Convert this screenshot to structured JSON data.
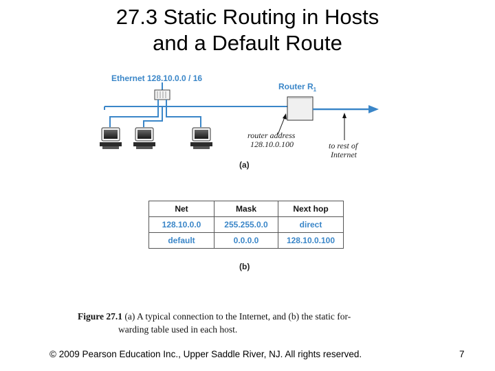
{
  "slide": {
    "title_line1": "27.3  Static Routing in Hosts",
    "title_line2": "and a Default Route"
  },
  "diagram": {
    "ethernet_label": "Ethernet 128.10.0.0 / 16",
    "router_label": "Router R",
    "router_subscript": "1",
    "router_address_line1": "router address",
    "router_address_line2": "128.10.0.100",
    "internet_line1": "to rest of",
    "internet_line2": "Internet",
    "sub_a": "(a)",
    "accent_color": "#3a86c8"
  },
  "table": {
    "headers": [
      "Net",
      "Mask",
      "Next hop"
    ],
    "rows": [
      [
        "128.10.0.0",
        "255.255.0.0",
        "direct"
      ],
      [
        "default",
        "0.0.0.0",
        "128.10.0.100"
      ]
    ],
    "sub_b": "(b)"
  },
  "caption": {
    "label": "Figure 27.1",
    "line1": "(a)  A  typical  connection  to  the  Internet,  and  (b)  the  static  for-",
    "line2": "warding table used in each host."
  },
  "footer": {
    "copyright": "© 2009 Pearson Education Inc., Upper Saddle River, NJ. All rights reserved.",
    "page_number": "7"
  }
}
